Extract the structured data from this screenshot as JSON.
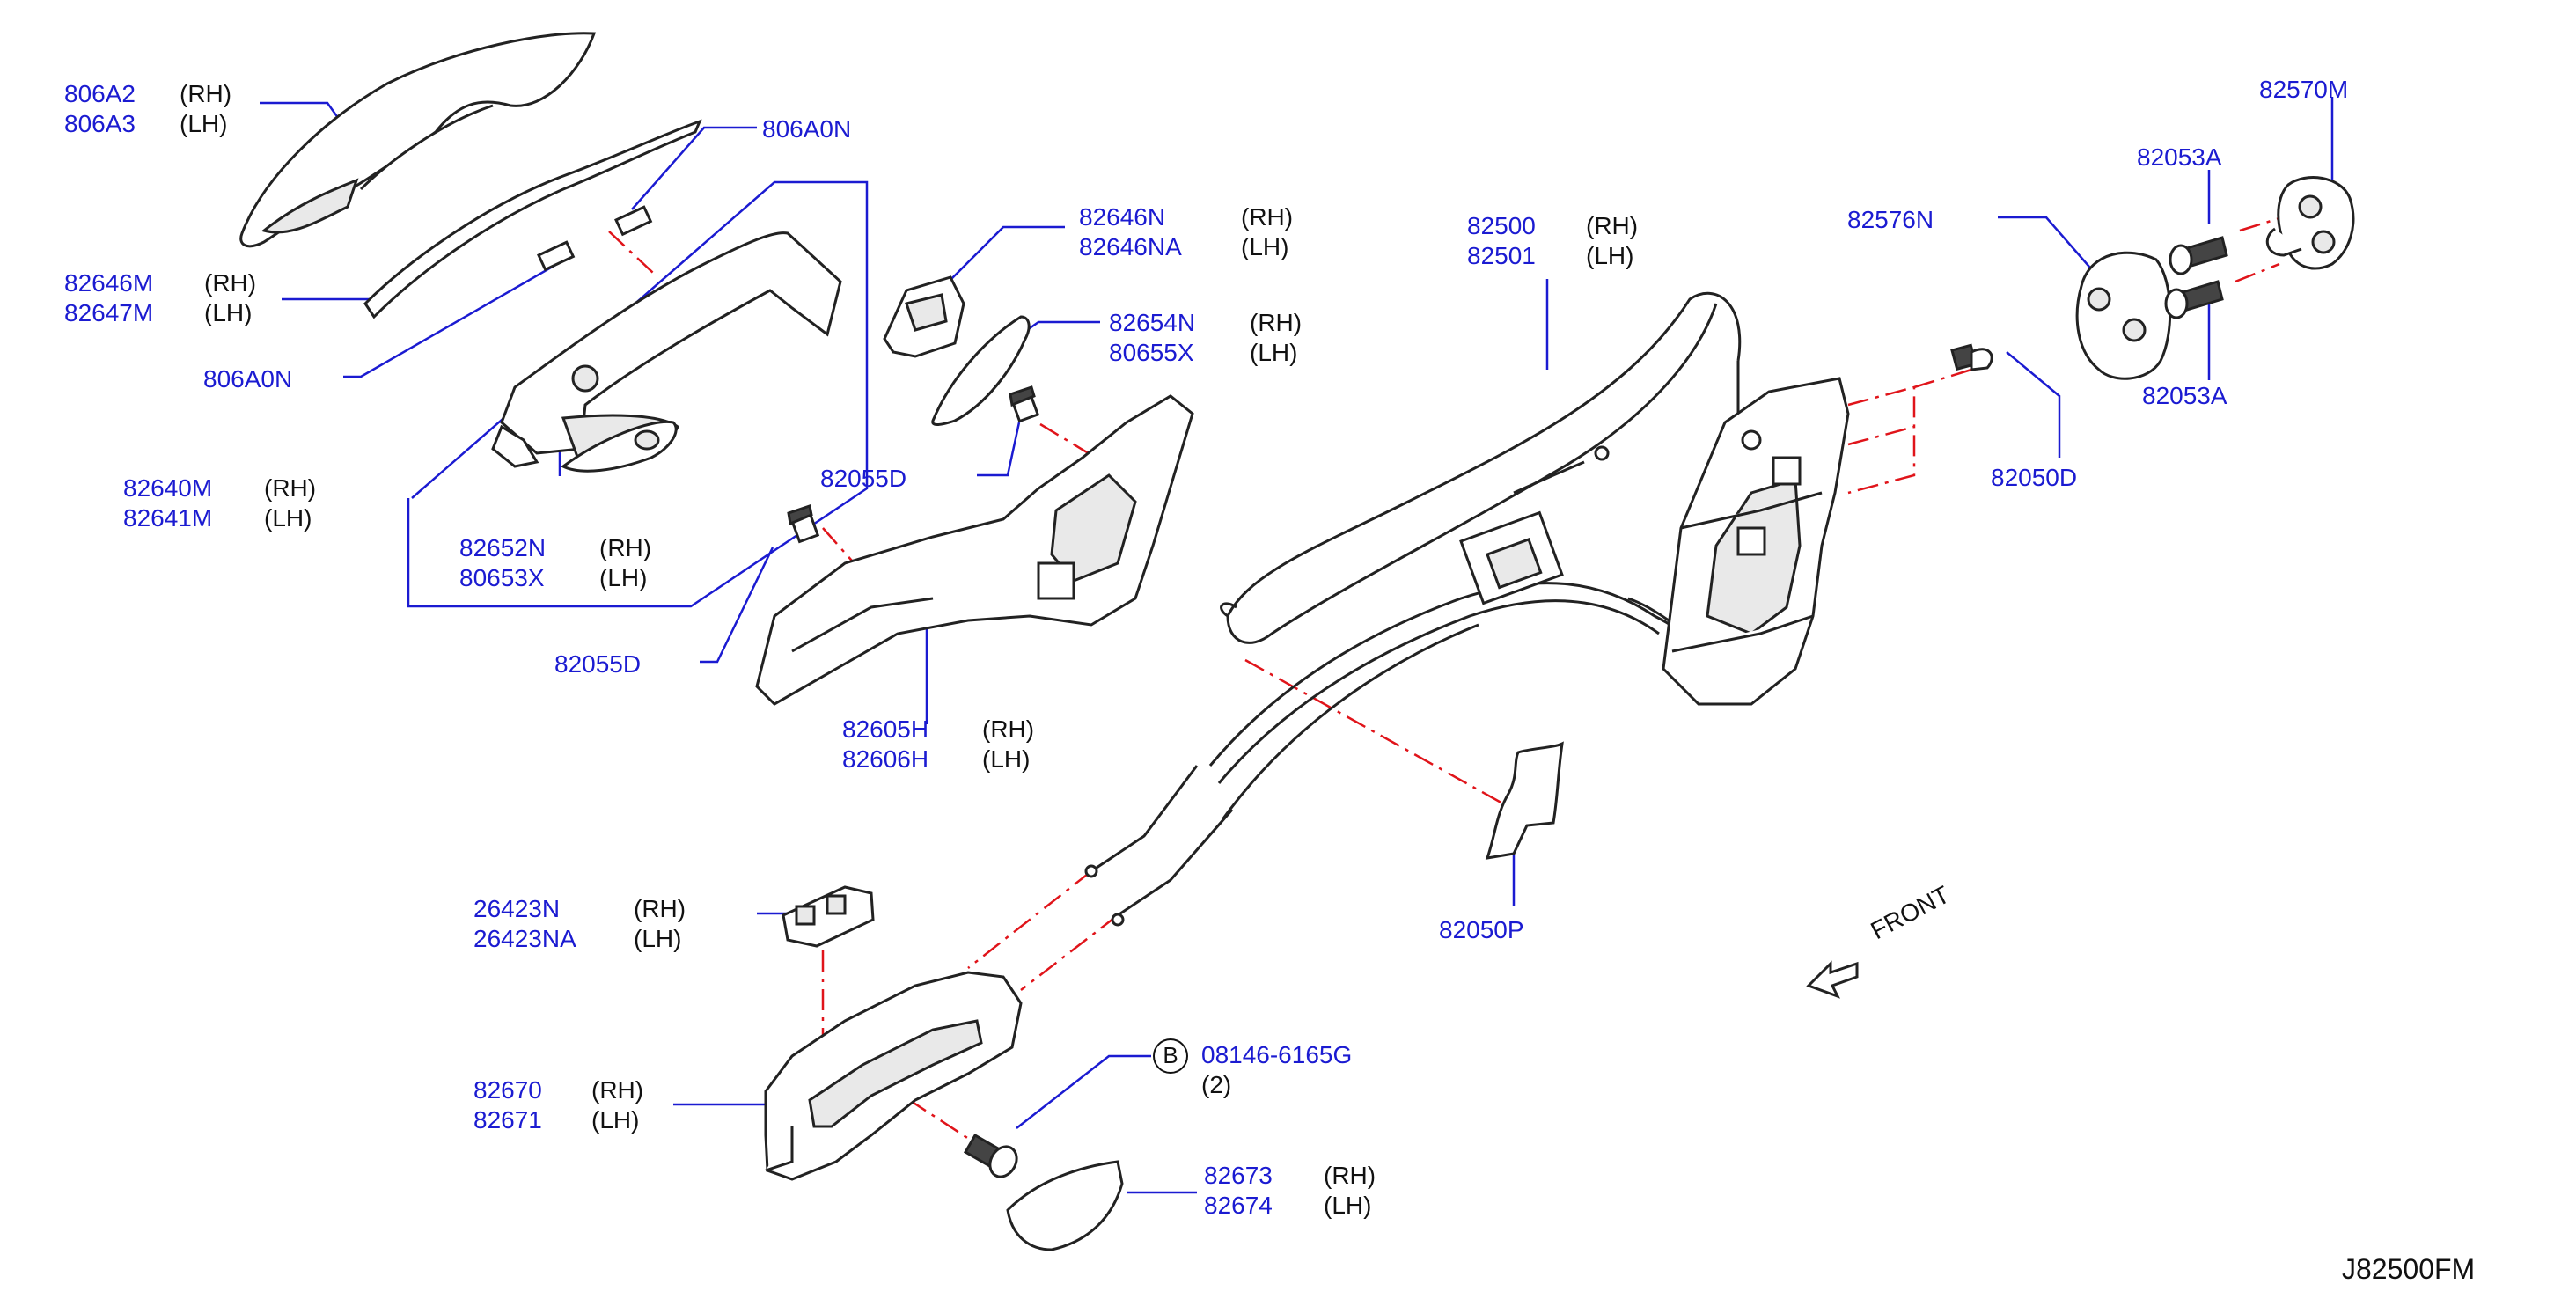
{
  "diagram_code": "J82500FM",
  "front_label": "FRONT",
  "connector_badge": "B",
  "callouts": {
    "c806A2": {
      "pn1": "806A2",
      "pn2": "806A3",
      "s1": "(RH)",
      "s2": "(LH)"
    },
    "c806A0N_top": {
      "pn": "806A0N"
    },
    "c82646M": {
      "pn1": "82646M",
      "pn2": "82647M",
      "s1": "(RH)",
      "s2": "(LH)"
    },
    "c806A0N_left": {
      "pn": "806A0N"
    },
    "c82640M": {
      "pn1": "82640M",
      "pn2": "82641M",
      "s1": "(RH)",
      "s2": "(LH)"
    },
    "c82652N": {
      "pn1": "82652N",
      "pn2": "80653X",
      "s1": "(RH)",
      "s2": "(LH)"
    },
    "c82646N": {
      "pn1": "82646N",
      "pn2": "82646NA",
      "s1": "(RH)",
      "s2": "(LH)"
    },
    "c82654N": {
      "pn1": "82654N",
      "pn2": "80655X",
      "s1": "(RH)",
      "s2": "(LH)"
    },
    "c82055D_upper": {
      "pn": "82055D"
    },
    "c82055D_lower": {
      "pn": "82055D"
    },
    "c82605H": {
      "pn1": "82605H",
      "pn2": "82606H",
      "s1": "(RH)",
      "s2": "(LH)"
    },
    "c82500": {
      "pn1": "82500",
      "pn2": "82501",
      "s1": "(RH)",
      "s2": "(LH)"
    },
    "c82576N": {
      "pn": "82576N"
    },
    "c82053A_top": {
      "pn": "82053A"
    },
    "c82570M": {
      "pn": "82570M"
    },
    "c82053A_bottom": {
      "pn": "82053A"
    },
    "c82050D": {
      "pn": "82050D"
    },
    "c82050P": {
      "pn": "82050P"
    },
    "c26423N": {
      "pn1": "26423N",
      "pn2": "26423NA",
      "s1": "(RH)",
      "s2": "(LH)"
    },
    "c08146": {
      "pn": "08146-6165G",
      "qty": "(2)"
    },
    "c82670": {
      "pn1": "82670",
      "pn2": "82671",
      "s1": "(RH)",
      "s2": "(LH)"
    },
    "c82673": {
      "pn1": "82673",
      "pn2": "82674",
      "s1": "(RH)",
      "s2": "(LH)"
    }
  },
  "colors": {
    "part_number": "#1b1bd1",
    "leader_line": "#1b1bd1",
    "assembly_dash": "#e0141a",
    "outline": "#222222"
  }
}
